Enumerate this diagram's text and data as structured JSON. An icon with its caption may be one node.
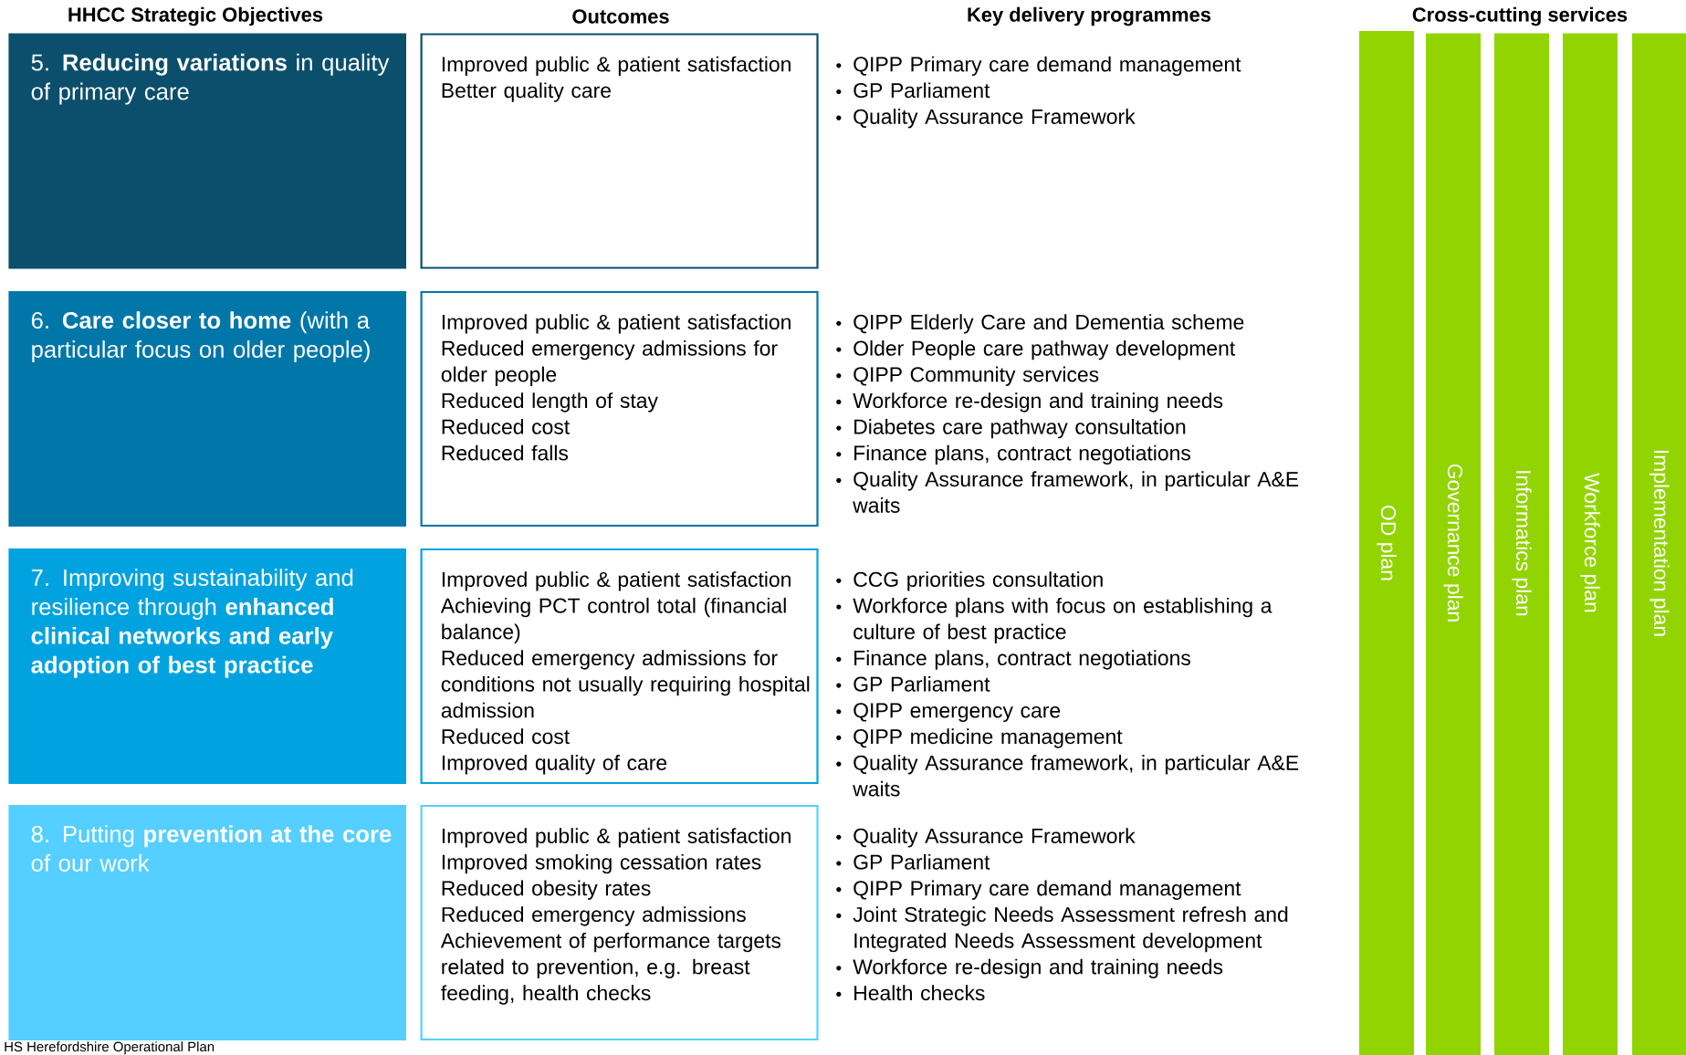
{
  "diagram": {
    "nodes": [
      {
        "text": [
          "5. **Reducing variations** in quality of primary care"
        ]
      },
      {
        "text": [
          "6. **Care closer to home** (with a particular focus on older people)"
        ]
      },
      {
        "text": [
          "7. Improving sustainability and resilience through **enhanced clinical networks and early adoption of best practice**"
        ]
      },
      {
        "text": [
          "8. Putting **prevention at the core** of our work"
        ]
      },
      {
        "text": [
          "Improved public & patient satisfaction",
          "Better quality care"
        ]
      },
      {
        "text": [
          "Improved public & patient satisfaction",
          "Reduced emergency admissions for older people",
          "Reduced length of stay",
          "Reduced cost",
          "Reduced falls"
        ]
      },
      {
        "text": [
          "Improved public & patient satisfaction",
          "Achieving PCT control total (financial balance)",
          "Reduced emergency admissions for conditions not usually requiring hospital admission",
          "Reduced cost",
          "Improved quality of care"
        ]
      },
      {
        "text": [
          "Improved public & patient satisfaction",
          "Improved smoking cessation rates",
          "Reduced obesity rates",
          "Reduced emergency admissions",
          "Achievement of performance targets related to prevention, e.g. breast feeding, health checks"
        ]
      },
      {
        "text": [
          "OD plan"
        ]
      },
      {
        "text": [
          "Governance plan"
        ]
      },
      {
        "text": [
          "Informatics plan"
        ]
      },
      {
        "text": [
          "Workforce plan"
        ]
      },
      {
        "text": [
          "Implementation plan"
        ]
      }
    ],
    "labels": [
      "HHCC Strategic Objectives",
      "Outcomes",
      "Key delivery programmes",
      "Cross-cutting services",
      "QIPP Primary care demand management",
      "GP Parliament",
      "Quality Assurance Framework",
      "QIPP Elderly Care and Dementia scheme",
      "Older People care pathway development",
      "QIPP Community services",
      "Workforce re-design and training needs",
      "Diabetes care pathway consultation",
      "Finance plans, contract negotiations",
      "Quality Assurance framework, in particular A&E waits",
      "CCG priorities consultation",
      "Workforce plans with focus on establishing a culture of best practice",
      "Finance plans, contract negotiations",
      "GP Parliament",
      "QIPP emergency care",
      "QIPP medicine management",
      "Quality Assurance framework, in particular A&E waits",
      "Quality Assurance Framework",
      "GP Parliament",
      "QIPP Primary care demand management",
      "Joint Strategic Needs Assessment refresh and Integrated Needs Assessment development",
      "Workforce re-design and training needs",
      "Health checks",
      "HS Herefordshire Operational Plan"
    ]
  }
}
